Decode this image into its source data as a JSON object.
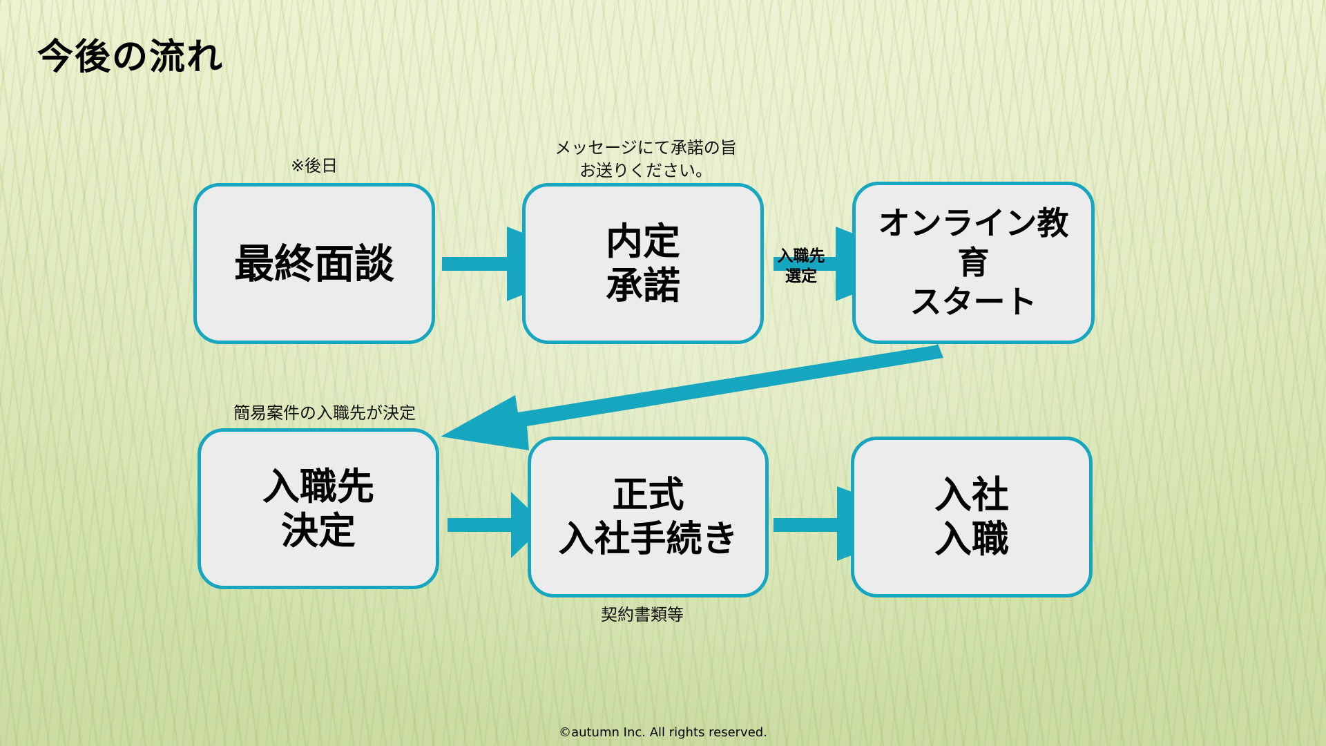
{
  "title": "今後の流れ",
  "colors": {
    "accent": "#16a6c0",
    "box_fill": "#ececed",
    "text": "#000000"
  },
  "steps": [
    {
      "label": "最終面談"
    },
    {
      "label": "内定\n承諾"
    },
    {
      "label": "オンライン教\n育\nスタート"
    },
    {
      "label": "入職先\n決定"
    },
    {
      "label": "正式\n入社手続き"
    },
    {
      "label": "入社\n入職"
    }
  ],
  "notes": {
    "later_date": "※後日",
    "message_consent": "メッセージにて承諾の旨\nお送りください。",
    "placement_decided": "簡易案件の入職先が決定",
    "contract_docs": "契約書類等"
  },
  "arrow_labels": {
    "placement_selection": "入職先\n選定"
  },
  "footer": "©autumn Inc. All rights reserved."
}
